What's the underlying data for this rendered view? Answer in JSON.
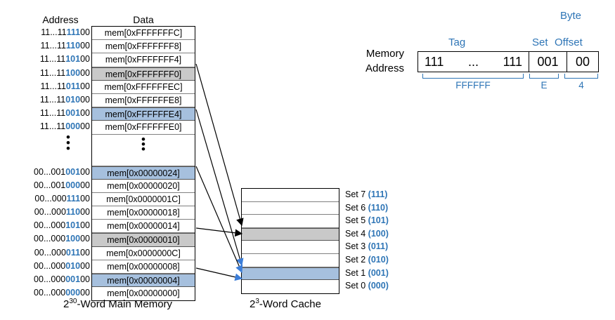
{
  "headers": {
    "address": "Address",
    "data": "Data"
  },
  "memory": {
    "caption_base": "2",
    "caption_exp": "30",
    "caption_tail": "-Word Main Memory",
    "rows": [
      {
        "addr_prefix": "11...11",
        "addr_set": "111",
        "addr_off": "00",
        "data": "mem[0xFFFFFFFC]",
        "fill": "none"
      },
      {
        "addr_prefix": "11...11",
        "addr_set": "110",
        "addr_off": "00",
        "data": "mem[0xFFFFFFF8]",
        "fill": "none"
      },
      {
        "addr_prefix": "11...11",
        "addr_set": "101",
        "addr_off": "00",
        "data": "mem[0xFFFFFFF4]",
        "fill": "none"
      },
      {
        "addr_prefix": "11...11",
        "addr_set": "100",
        "addr_off": "00",
        "data": "mem[0xFFFFFFF0]",
        "fill": "gray"
      },
      {
        "addr_prefix": "11...11",
        "addr_set": "011",
        "addr_off": "00",
        "data": "mem[0xFFFFFFEC]",
        "fill": "none"
      },
      {
        "addr_prefix": "11...11",
        "addr_set": "010",
        "addr_off": "00",
        "data": "mem[0xFFFFFFE8]",
        "fill": "none"
      },
      {
        "addr_prefix": "11...11",
        "addr_set": "001",
        "addr_off": "00",
        "data": "mem[0xFFFFFFE4]",
        "fill": "blue"
      },
      {
        "addr_prefix": "11...11",
        "addr_set": "000",
        "addr_off": "00",
        "data": "mem[0xFFFFFFE0]",
        "fill": "none"
      },
      {
        "addr_prefix": "",
        "addr_set": "",
        "addr_off": "",
        "data": "",
        "fill": "none",
        "ellipsis": true
      },
      {
        "addr_prefix": "00...001",
        "addr_set": "001",
        "addr_off": "00",
        "data": "mem[0x00000024]",
        "fill": "blue"
      },
      {
        "addr_prefix": "00...001",
        "addr_set": "000",
        "addr_off": "00",
        "data": "mem[0x00000020]",
        "fill": "none"
      },
      {
        "addr_prefix": "00...000",
        "addr_set": "111",
        "addr_off": "00",
        "data": "mem[0x0000001C]",
        "fill": "none"
      },
      {
        "addr_prefix": "00...000",
        "addr_set": "110",
        "addr_off": "00",
        "data": "mem[0x00000018]",
        "fill": "none"
      },
      {
        "addr_prefix": "00...000",
        "addr_set": "101",
        "addr_off": "00",
        "data": "mem[0x00000014]",
        "fill": "none"
      },
      {
        "addr_prefix": "00...000",
        "addr_set": "100",
        "addr_off": "00",
        "data": "mem[0x00000010]",
        "fill": "gray"
      },
      {
        "addr_prefix": "00...000",
        "addr_set": "011",
        "addr_off": "00",
        "data": "mem[0x0000000C]",
        "fill": "none"
      },
      {
        "addr_prefix": "00...000",
        "addr_set": "010",
        "addr_off": "00",
        "data": "mem[0x00000008]",
        "fill": "none"
      },
      {
        "addr_prefix": "00...000",
        "addr_set": "001",
        "addr_off": "00",
        "data": "mem[0x00000004]",
        "fill": "blue"
      },
      {
        "addr_prefix": "00...000",
        "addr_set": "000",
        "addr_off": "00",
        "data": "mem[0x00000000]",
        "fill": "none"
      }
    ]
  },
  "cache": {
    "caption_base": "2",
    "caption_exp": "3",
    "caption_tail": "-Word Cache",
    "sets": [
      {
        "label": "Set 7",
        "bits": "(111)",
        "fill": "none"
      },
      {
        "label": "Set 6",
        "bits": "(110)",
        "fill": "none"
      },
      {
        "label": "Set 5",
        "bits": "(101)",
        "fill": "none"
      },
      {
        "label": "Set 4",
        "bits": "(100)",
        "fill": "gray"
      },
      {
        "label": "Set 3",
        "bits": "(011)",
        "fill": "none"
      },
      {
        "label": "Set 2",
        "bits": "(010)",
        "fill": "none"
      },
      {
        "label": "Set 1",
        "bits": "(001)",
        "fill": "blue"
      },
      {
        "label": "Set 0",
        "bits": "(000)",
        "fill": "none"
      }
    ]
  },
  "address_breakdown": {
    "title_line1": "Memory",
    "title_line2": "Address",
    "tag_label": "Tag",
    "set_label": "Set",
    "byte_label": "Byte",
    "offset_label": "Offset",
    "tag_value_left": "111",
    "tag_value_mid": "...",
    "tag_value_right": "111",
    "set_value": "001",
    "offset_value": "00",
    "tag_hex": "FFFFFF",
    "set_hex": "E",
    "offset_hex": "4"
  },
  "colors": {
    "blue_fill": "#a6c0de",
    "gray_fill": "#c9c9c9",
    "accent_blue": "#2e75b6",
    "arrow_blue": "#3b7dd8",
    "line_black": "#000000"
  }
}
